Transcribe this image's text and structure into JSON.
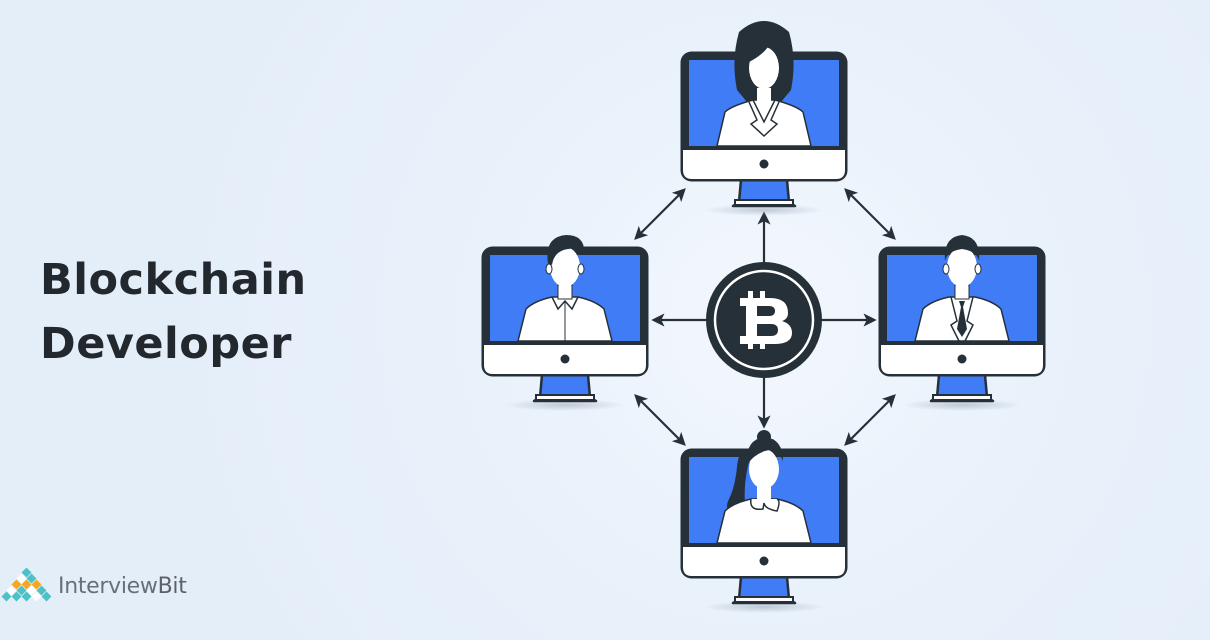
{
  "title": {
    "line1": "Blockchain",
    "line2": "Developer"
  },
  "brand": {
    "name": "InterviewBit",
    "name_part1": "Interview",
    "name_part2": "Bit",
    "dot_colors": [
      "#4fc1c6",
      "#f5a623",
      "#ffffff"
    ]
  },
  "diagram": {
    "center_icon": "bitcoin-icon",
    "center_symbol": "B",
    "nodes": [
      {
        "position": "top",
        "person": "woman-long-hair-blazer"
      },
      {
        "position": "left",
        "person": "man-collared-shirt"
      },
      {
        "position": "right",
        "person": "man-suit-tie"
      },
      {
        "position": "bottom",
        "person": "woman-ponytail-collar"
      }
    ],
    "connections": [
      "center-top",
      "center-left",
      "center-right",
      "center-bottom",
      "top-left",
      "top-right",
      "bottom-left",
      "bottom-right"
    ]
  },
  "colors": {
    "background": "#e6f0fa",
    "screen_blue": "#3f7cf5",
    "frame_dark": "#263038",
    "text_dark": "#23282e",
    "logo_text": "#6a6f76"
  }
}
